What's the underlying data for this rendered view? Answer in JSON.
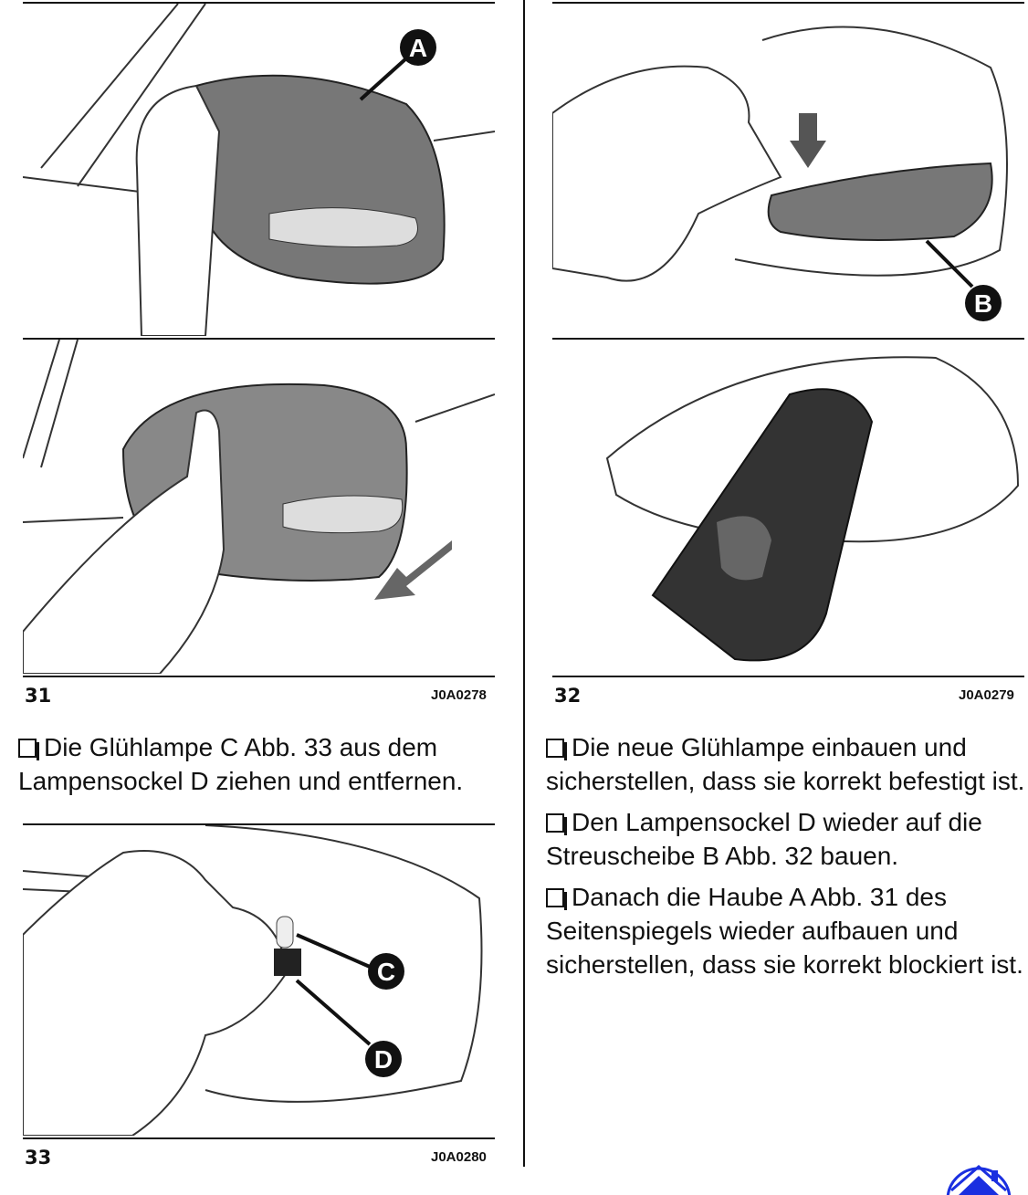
{
  "figures": [
    {
      "number": "31",
      "code": "J0A0278",
      "callouts": [
        "A"
      ]
    },
    {
      "number": "32",
      "code": "J0A0279",
      "callouts": [
        "B"
      ]
    },
    {
      "number": "33",
      "code": "J0A0280",
      "callouts": [
        "C",
        "D"
      ]
    }
  ],
  "left_text": [
    "Die Glühlampe C Abb. 33 aus dem Lampensockel D ziehen und entfernen."
  ],
  "right_text": [
    "Die neue Glühlampe einbauen und sicherstellen, dass sie korrekt befestigt ist.",
    "Den Lampensockel D wieder auf die Streuscheibe B Abb. 32 bauen.",
    "Danach die Haube A Abb. 31 des Seitenspiegels wieder aufbauen und sicherstellen, dass sie korrekt blockiert ist."
  ],
  "home_icon": {
    "name": "home-icon",
    "color": "#1a2fe0"
  }
}
